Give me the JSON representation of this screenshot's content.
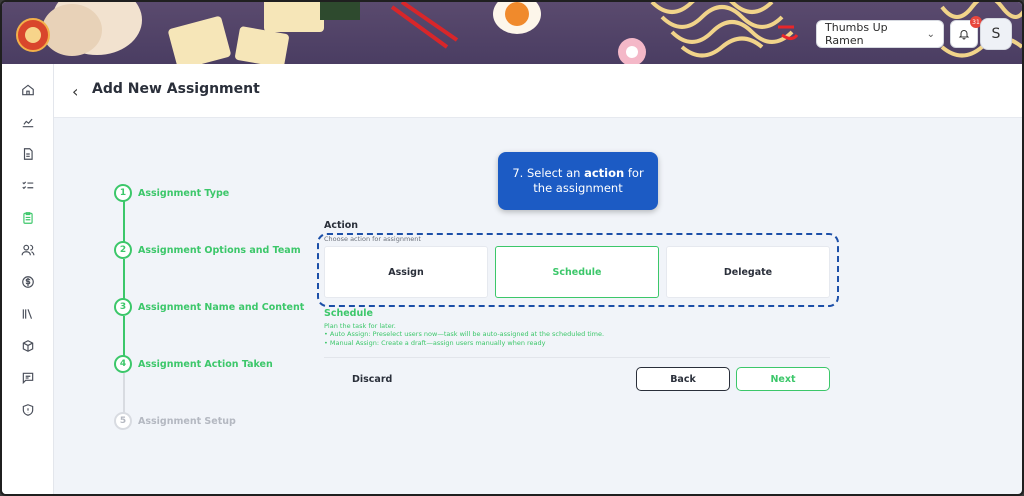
{
  "header": {
    "store_name": "Thumbs Up Ramen",
    "notification_count": "31",
    "avatar_initial": "S"
  },
  "sidebar": {
    "icons": [
      "home-icon",
      "analytics-icon",
      "document-icon",
      "checklist-icon",
      "clipboard-icon",
      "users-icon",
      "dollar-icon",
      "library-icon",
      "box-icon",
      "chat-icon",
      "shield-icon"
    ],
    "active_index": 4
  },
  "page": {
    "title": "Add New Assignment"
  },
  "steps": [
    {
      "num": "1",
      "label": "Assignment Type",
      "status": "done"
    },
    {
      "num": "2",
      "label": "Assignment Options and Team",
      "status": "done"
    },
    {
      "num": "3",
      "label": "Assignment Name and Content",
      "status": "done"
    },
    {
      "num": "4",
      "label": "Assignment Action Taken",
      "status": "current"
    },
    {
      "num": "5",
      "label": "Assignment Setup",
      "status": "pending"
    }
  ],
  "tooltip": {
    "prefix": "7. Select an ",
    "bold": "action",
    "suffix": " for the assignment"
  },
  "action": {
    "title": "Action",
    "subtitle": "Choose action for assignment",
    "options": [
      "Assign",
      "Schedule",
      "Delegate"
    ],
    "selected": "Schedule"
  },
  "schedule": {
    "title": "Schedule",
    "lines": [
      "Plan the task for later.",
      "• Auto Assign: Preselect users now—task will be auto-assigned at the scheduled time.",
      "• Manual Assign: Create a draft—assign users manually when ready"
    ]
  },
  "footer": {
    "discard": "Discard",
    "back": "Back",
    "next": "Next"
  },
  "colors": {
    "accent_green": "#3cc76a",
    "tooltip_blue": "#1c5bc4",
    "banner": "#4a3d62"
  }
}
